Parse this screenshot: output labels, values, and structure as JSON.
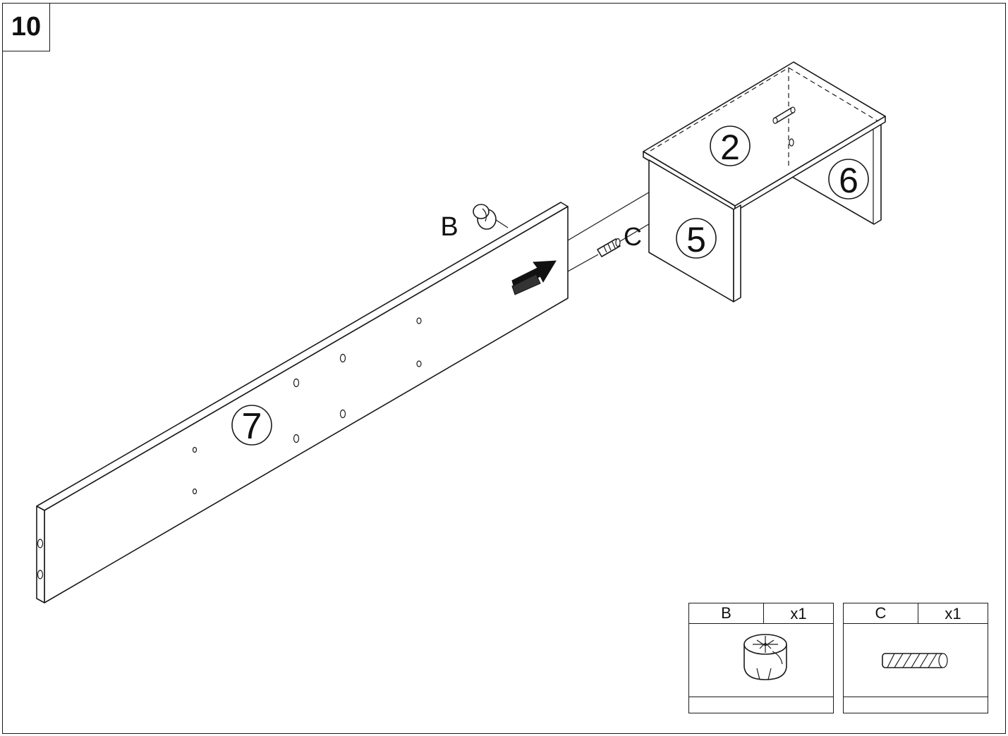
{
  "step": {
    "number": "10"
  },
  "parts": {
    "panel_7": "7",
    "panel_5": "5",
    "panel_6": "6",
    "panel_2": "2"
  },
  "callouts": {
    "cam_lock": "B",
    "dowel": "C"
  },
  "hardware": [
    {
      "id": "B",
      "qty": "x1",
      "icon": "cam-lock-icon"
    },
    {
      "id": "C",
      "qty": "x1",
      "icon": "wooden-dowel-icon"
    }
  ],
  "colors": {
    "line": "#1a1a1a",
    "background": "#ffffff"
  }
}
